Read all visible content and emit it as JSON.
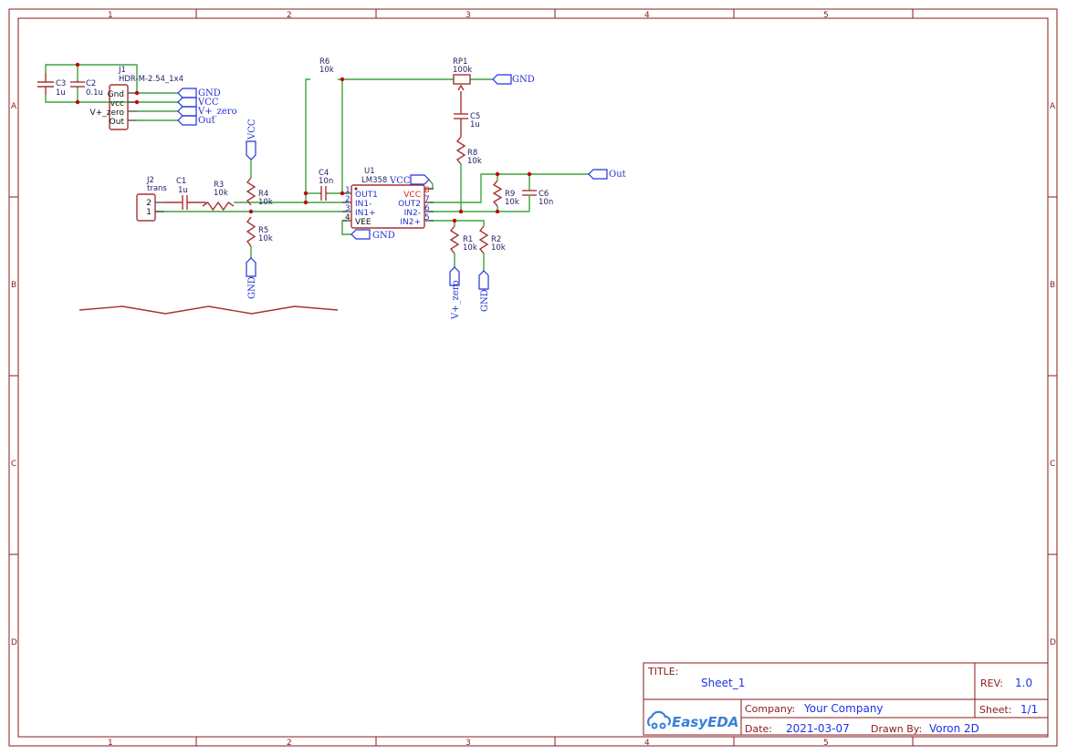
{
  "frame": {
    "columns": [
      "1",
      "2",
      "3",
      "4",
      "5"
    ],
    "rows": [
      "A",
      "B",
      "C",
      "D"
    ]
  },
  "components": {
    "C3": {
      "ref": "C3",
      "value": "1u"
    },
    "C2": {
      "ref": "C2",
      "value": "0.1u"
    },
    "J1": {
      "ref": "J1",
      "value": "HDR-M-2.54_1x4",
      "pins": [
        "Gnd",
        "vcc",
        "V+_zero",
        "Out"
      ]
    },
    "J2": {
      "ref": "J2",
      "value": "trans",
      "pins": [
        "2",
        "1"
      ]
    },
    "C1": {
      "ref": "C1",
      "value": "1u"
    },
    "R3": {
      "ref": "R3",
      "value": "10k"
    },
    "R4": {
      "ref": "R4",
      "value": "10k"
    },
    "R5": {
      "ref": "R5",
      "value": "10k"
    },
    "R6": {
      "ref": "R6",
      "value": "10k"
    },
    "C4": {
      "ref": "C4",
      "value": "10n"
    },
    "U1": {
      "ref": "U1",
      "value": "LM358",
      "left_pins": [
        {
          "num": "1",
          "name": "OUT1"
        },
        {
          "num": "2",
          "name": "IN1-"
        },
        {
          "num": "3",
          "name": "IN1+"
        },
        {
          "num": "4",
          "name": "VEE"
        }
      ],
      "right_pins": [
        {
          "num": "8",
          "name": "VCC"
        },
        {
          "num": "7",
          "name": "OUT2"
        },
        {
          "num": "6",
          "name": "IN2-"
        },
        {
          "num": "5",
          "name": "IN2+"
        }
      ]
    },
    "RP1": {
      "ref": "RP1",
      "value": "100k"
    },
    "C5": {
      "ref": "C5",
      "value": "1u"
    },
    "R8": {
      "ref": "R8",
      "value": "10k"
    },
    "R9": {
      "ref": "R9",
      "value": "10k"
    },
    "C6": {
      "ref": "C6",
      "value": "10n"
    },
    "R1": {
      "ref": "R1",
      "value": "10k"
    },
    "R2": {
      "ref": "R2",
      "value": "10k"
    }
  },
  "nets": {
    "gnd": "GND",
    "vcc": "VCC",
    "vzero": "V+_zero",
    "out": "Out"
  },
  "title_block": {
    "title_label": "TITLE:",
    "title": "Sheet_1",
    "rev_label": "REV:",
    "rev": "1.0",
    "company_label": "Company:",
    "company": "Your Company",
    "sheet_label": "Sheet:",
    "sheet": "1/1",
    "date_label": "Date:",
    "date": "2021-03-07",
    "drawn_label": "Drawn By:",
    "drawn": "Voron 2D",
    "logo": "EasyEDA"
  },
  "colors": {
    "frame": "#8b1a1a",
    "wire": "#3ea33e",
    "component": "#a83232",
    "net_flag": "#2233dd",
    "junction": "#c00000"
  }
}
